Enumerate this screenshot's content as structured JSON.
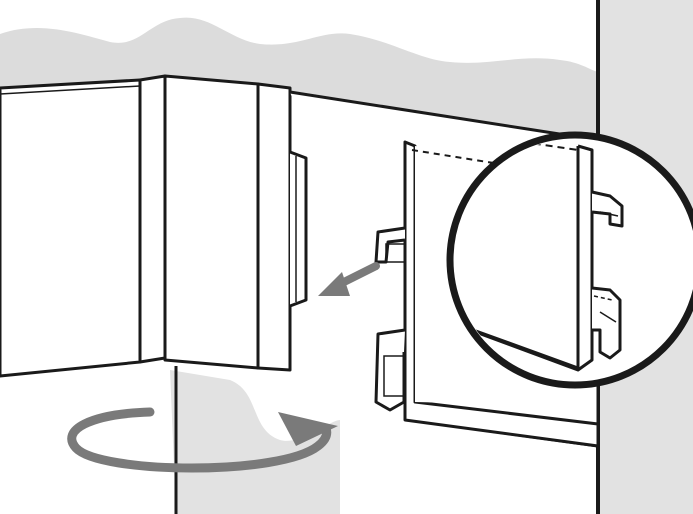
{
  "illustration": {
    "kind": "installation-diagram",
    "subject": "fascia-panel-clip-mounting",
    "colors": {
      "background": "#ffffff",
      "wall": "#e2e2e2",
      "shadow_blob": "#dcdcdc",
      "line": "#1a1a1a",
      "arrow": "#7a7a7a"
    },
    "icons": [
      "insert-arrow-icon",
      "rotate-arrow-icon",
      "magnifier-circle"
    ]
  }
}
